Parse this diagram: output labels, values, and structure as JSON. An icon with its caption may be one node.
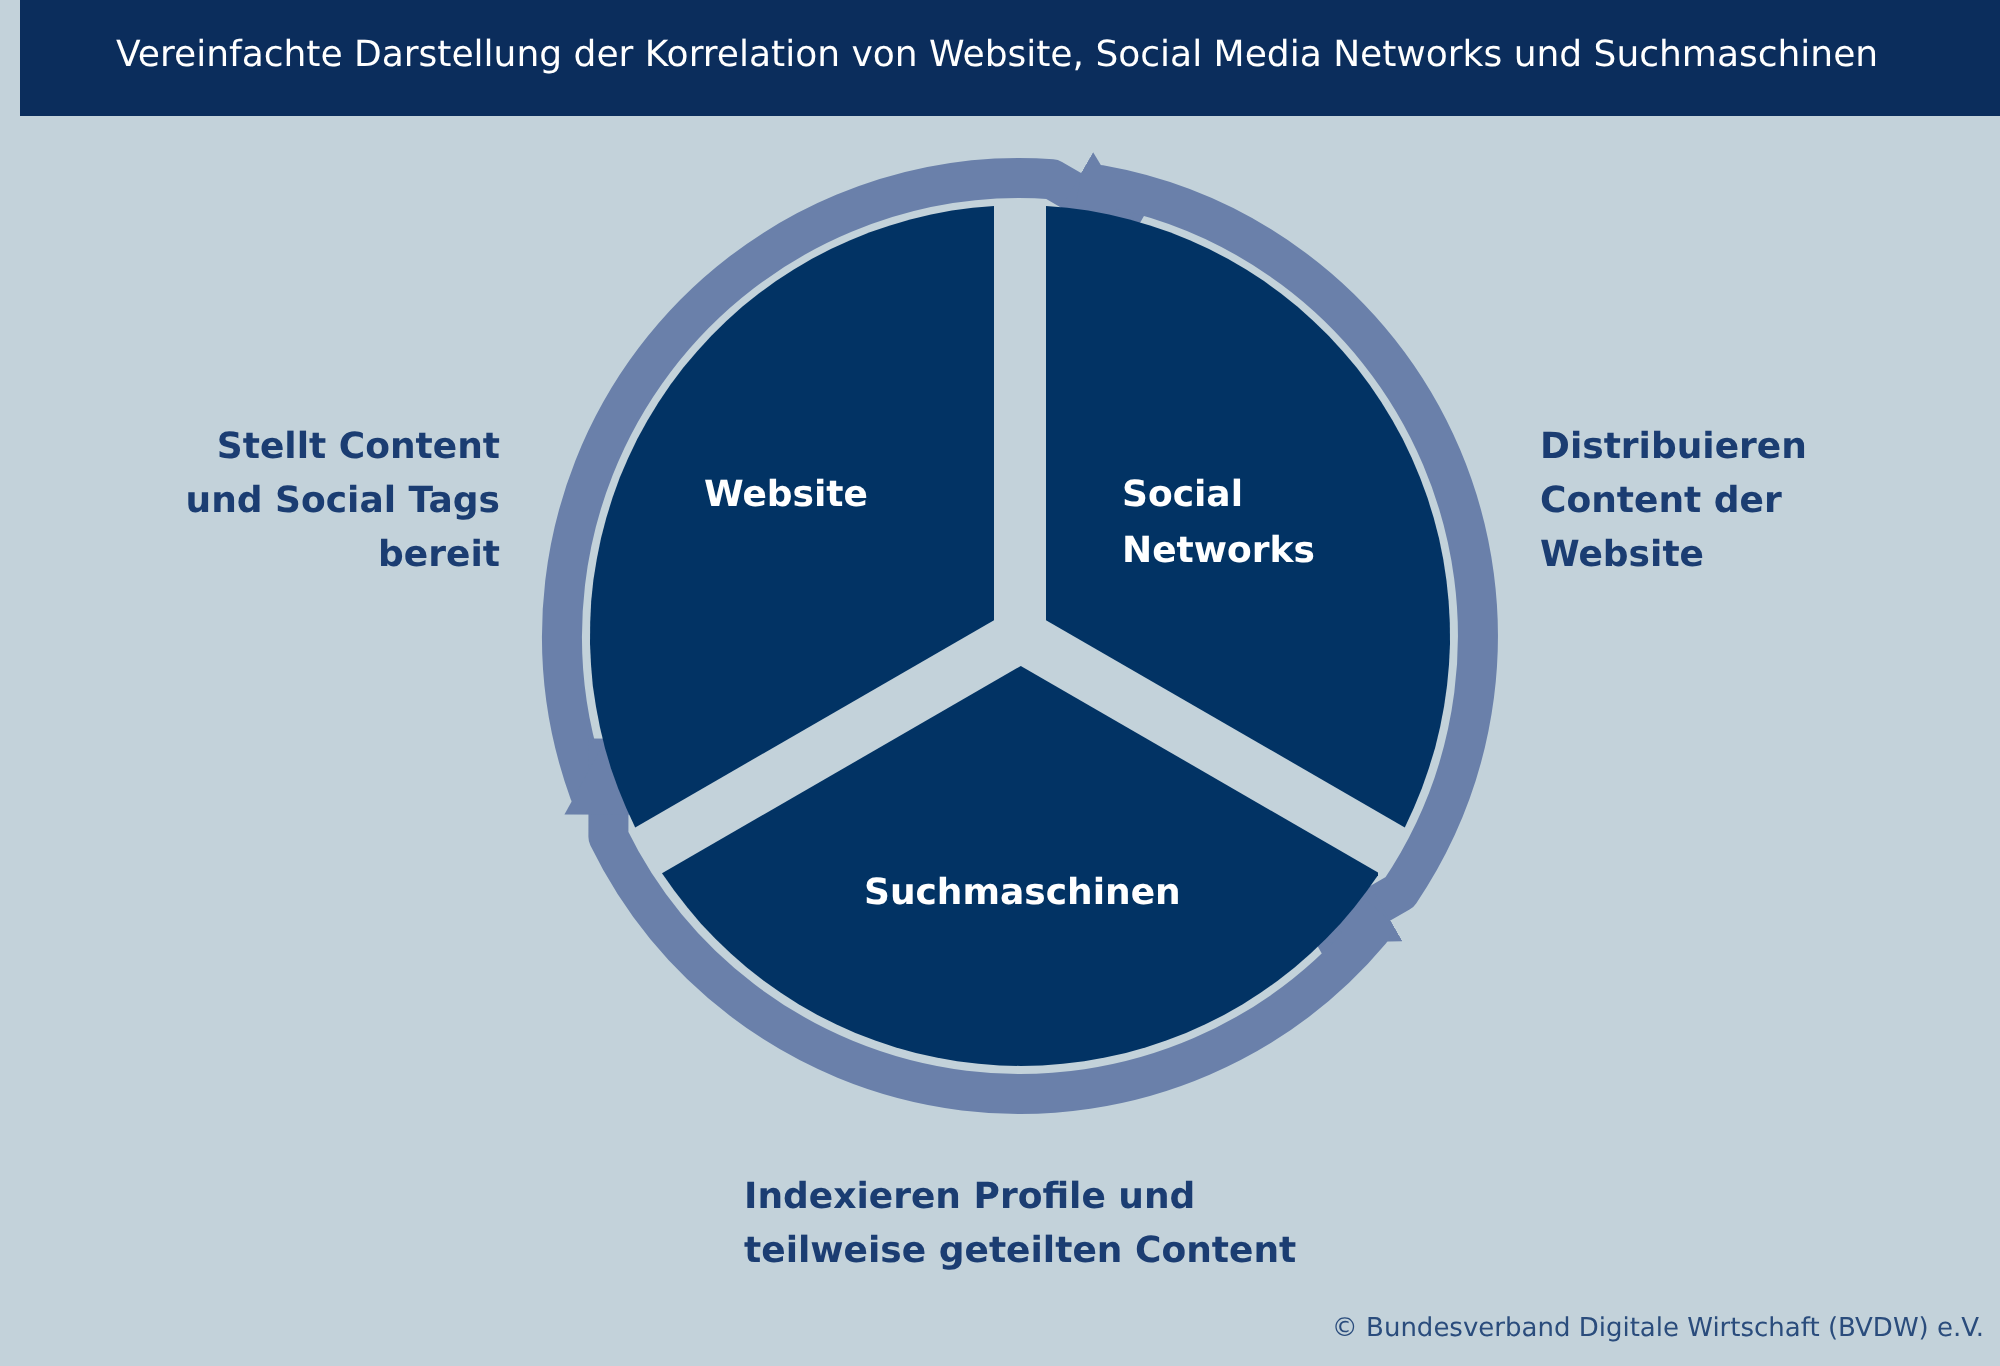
{
  "diagram": {
    "title": "Vereinfachte Darstellung der Korrelation von Website, Social Media Networks und Suchmaschinen",
    "nodes": [
      {
        "text": [
          "Website"
        ]
      },
      {
        "text": [
          "Social Networks"
        ]
      },
      {
        "text": [
          "Suchmaschinen"
        ]
      }
    ],
    "edges": [
      {
        "from": 0,
        "to": 1,
        "arrow": "to",
        "label": "Stellt Content und Social Tags bereit"
      },
      {
        "from": 1,
        "to": 2,
        "arrow": "to",
        "label": "Distribuieren Content der Website"
      },
      {
        "from": 2,
        "to": 0,
        "arrow": "to",
        "label": "Indexieren Profile und teilweise geteilten Content"
      }
    ],
    "labels": [
      "© Bundesverband Digitale Wirtschaft (BVDW) e.V."
    ]
  }
}
